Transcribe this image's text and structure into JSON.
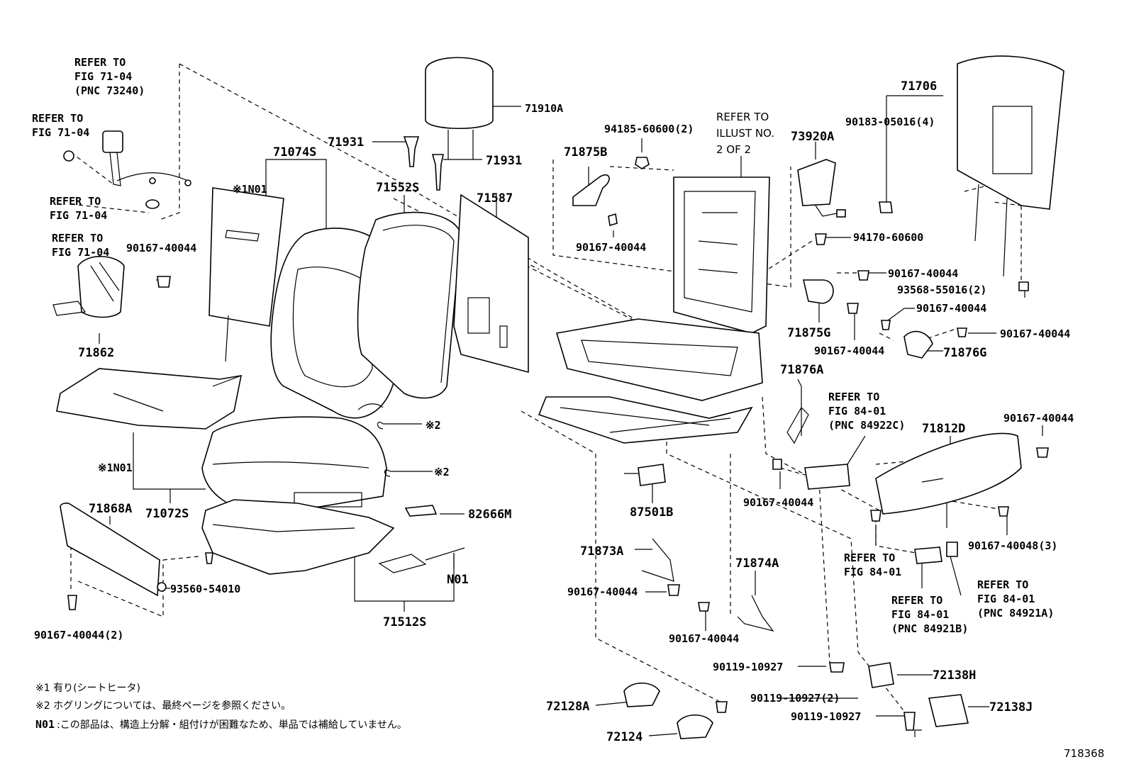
{
  "figure_id": "718368",
  "refs": {
    "r1": [
      "REFER TO",
      "FIG 71-04",
      "(PNC 73240)"
    ],
    "r2": [
      "REFER TO",
      "FIG 71-04"
    ],
    "r3": [
      "REFER TO",
      "FIG 71-04"
    ],
    "r4": [
      "REFER TO",
      "FIG 71-04"
    ],
    "r5": [
      "REFER TO",
      "ILLUST NO.",
      "2 OF 2"
    ],
    "r6": [
      "REFER TO",
      "FIG 84-01",
      "(PNC 84922C)"
    ],
    "r7": [
      "REFER TO",
      "FIG 84-01"
    ],
    "r8": [
      "REFER TO",
      "FIG 84-01",
      "(PNC 84921B)"
    ],
    "r9": [
      "REFER TO",
      "FIG 84-01",
      "(PNC 84921A)"
    ]
  },
  "parts": {
    "p71910A": "71910A",
    "p71931a": "71931",
    "p71931b": "71931",
    "p71074S": "71074S",
    "p71552S": "71552S",
    "p71587": "71587",
    "pN01a": "※1N01",
    "pN01b": "※1N01",
    "pN01c": "N01",
    "p71862": "71862",
    "p90167_a": "90167-40044",
    "p71072S": "71072S",
    "p71868A": "71868A",
    "p93560": "93560-54010",
    "p90167_2": "90167-40044(2)",
    "p82666M": "82666M",
    "p71512S": "71512S",
    "pStar2a": "※2",
    "pStar2b": "※2",
    "p94185": "94185-60600(2)",
    "p71875B": "71875B",
    "p90167_b": "90167-40044",
    "p73920A": "73920A",
    "p94170": "94170-60600",
    "p71706": "71706",
    "p90183": "90183-05016(4)",
    "p90167_c": "90167-40044",
    "p93568": "93568-55016(2)",
    "p90167_d": "90167-40044",
    "p90167_e": "90167-40044",
    "p90167_f": "90167-40044",
    "p71875G": "71875G",
    "p71876G": "71876G",
    "p71876A": "71876A",
    "p90167_g": "90167-40044",
    "p71812D": "71812D",
    "p90167_h": "90167-40044",
    "p90167_48": "90167-40048(3)",
    "p87501B": "87501B",
    "p71873A": "71873A",
    "p90167_i": "90167-40044",
    "p71874A": "71874A",
    "p90167_j": "90167-40044",
    "p90119_a": "90119-10927",
    "p90119_2": "90119-10927(2)",
    "p90119_b": "90119-10927",
    "p72138H": "72138H",
    "p72138J": "72138J",
    "p72128A": "72128A",
    "p72124": "72124"
  },
  "notes": {
    "n1": "※1 有り(シートヒータ)",
    "n2": "※2 ホグリングについては、最終ページを参照ください。",
    "n3_code": "N01",
    "n3": ":この部品は、構造上分解・組付けが困難なため、単品では補給していません。"
  }
}
